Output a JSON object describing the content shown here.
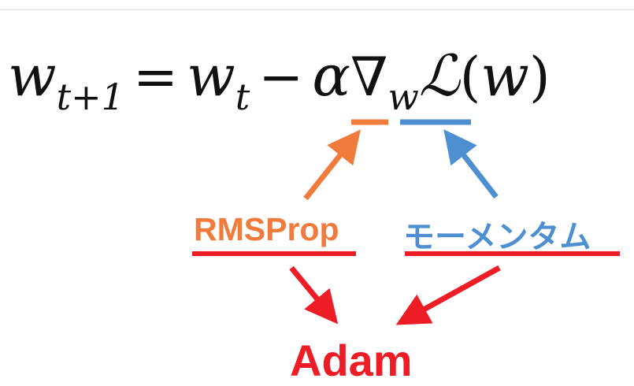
{
  "formula": {
    "w1": "w",
    "sub1": "t+1",
    "eq": "=",
    "w2": "w",
    "sub2": "t",
    "minus": "−",
    "alpha": "α",
    "nabla": "∇",
    "sub3": "w",
    "loss": "ℒ",
    "paren_open": "(",
    "w3": "w",
    "paren_close": ")"
  },
  "labels": {
    "rmsprop": "RMSProp",
    "momentum": "モーメンタム",
    "adam": "Adam"
  },
  "colors": {
    "rmsprop": "#f07b3c",
    "momentum": "#4d8fd0",
    "adam": "#ee1c25",
    "text": "#111111"
  }
}
